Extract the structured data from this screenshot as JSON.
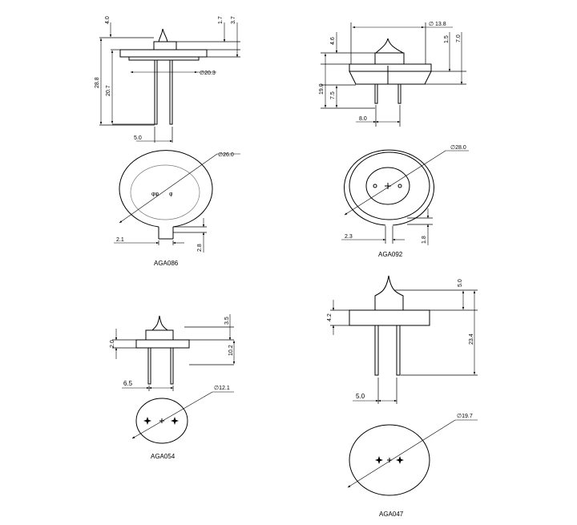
{
  "parts": [
    {
      "id": "AGA086",
      "label": "AGA086",
      "dims": {
        "top1": "4.0",
        "top2": "1.7",
        "top3": "3.7",
        "overall": "28.8",
        "lead": "20.7",
        "flange": "∅20.3",
        "pitch": "5.0",
        "diameter": "∅26.0",
        "tab_w": "2.1",
        "tab_h": "2.8"
      }
    },
    {
      "id": "AGA092",
      "label": "AGA092",
      "dims": {
        "top_d": "∅ 13.8",
        "tip": "4.6",
        "s1": "1.5",
        "s2": "7.0",
        "overall": "19.0",
        "lead": "7.5",
        "pitch": "8.0",
        "diameter": "∅28.0",
        "tab_w": "2.3",
        "tab_h": "1.8"
      }
    },
    {
      "id": "AGA054",
      "label": "AGA054",
      "dims": {
        "top": "3.5",
        "flange": "2.0",
        "lead": "10.2",
        "pitch": "6.5",
        "diameter": "∅12.1"
      }
    },
    {
      "id": "AGA047",
      "label": "AGA047",
      "dims": {
        "tip": "5.0",
        "body": "4.2",
        "overall": "23.4",
        "pitch": "5.0",
        "diameter": "∅19.7"
      }
    }
  ]
}
